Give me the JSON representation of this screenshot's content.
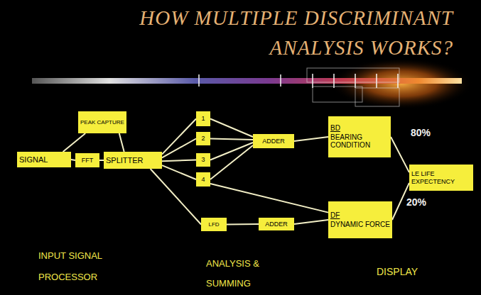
{
  "diagram": {
    "title": "HOW MULTIPLE DISCRIMINANT ANALYSIS WORKS?",
    "nodes": [
      {
        "text": [
          "SIGNAL"
        ]
      },
      {
        "text": [
          "PEAK CAPTURE"
        ]
      },
      {
        "text": [
          "FFT"
        ]
      },
      {
        "text": [
          "SPLITTER"
        ]
      },
      {
        "text": [
          "1"
        ]
      },
      {
        "text": [
          "2"
        ]
      },
      {
        "text": [
          "3"
        ]
      },
      {
        "text": [
          "4"
        ]
      },
      {
        "text": [
          "LFD"
        ]
      },
      {
        "text": [
          "ADDER"
        ]
      },
      {
        "text": [
          "ADDER"
        ]
      },
      {
        "text": [
          "BD",
          "BEARING CONDITION"
        ]
      },
      {
        "text": [
          "DF",
          "DYNAMIC FORCE"
        ]
      },
      {
        "text": [
          "LE LIFE EXPECTENCY"
        ]
      }
    ],
    "edges": [
      {
        "from": 0,
        "to": 1,
        "arrow": "none"
      },
      {
        "from": 1,
        "to": 3,
        "arrow": "none"
      },
      {
        "from": 0,
        "to": 2,
        "arrow": "none"
      },
      {
        "from": 2,
        "to": 3,
        "arrow": "none"
      },
      {
        "from": 3,
        "to": 4,
        "arrow": "none"
      },
      {
        "from": 3,
        "to": 5,
        "arrow": "none"
      },
      {
        "from": 3,
        "to": 6,
        "arrow": "none"
      },
      {
        "from": 3,
        "to": 7,
        "arrow": "none"
      },
      {
        "from": 3,
        "to": 8,
        "arrow": "none"
      },
      {
        "from": 4,
        "to": 9,
        "arrow": "none"
      },
      {
        "from": 5,
        "to": 9,
        "arrow": "none"
      },
      {
        "from": 6,
        "to": 9,
        "arrow": "none"
      },
      {
        "from": 7,
        "to": 9,
        "arrow": "none"
      },
      {
        "from": 7,
        "to": 12,
        "arrow": "none"
      },
      {
        "from": 9,
        "to": 11,
        "arrow": "none"
      },
      {
        "from": 8,
        "to": 10,
        "arrow": "none"
      },
      {
        "from": 10,
        "to": 12,
        "arrow": "none"
      },
      {
        "from": 11,
        "to": 13,
        "arrow": "none"
      },
      {
        "from": 12,
        "to": 13,
        "arrow": "none"
      }
    ],
    "labels": [
      "80%",
      "20%",
      "INPUT SIGNAL PROCESSOR",
      "ANALYSIS & SUMMING",
      "DISPLAY"
    ]
  }
}
